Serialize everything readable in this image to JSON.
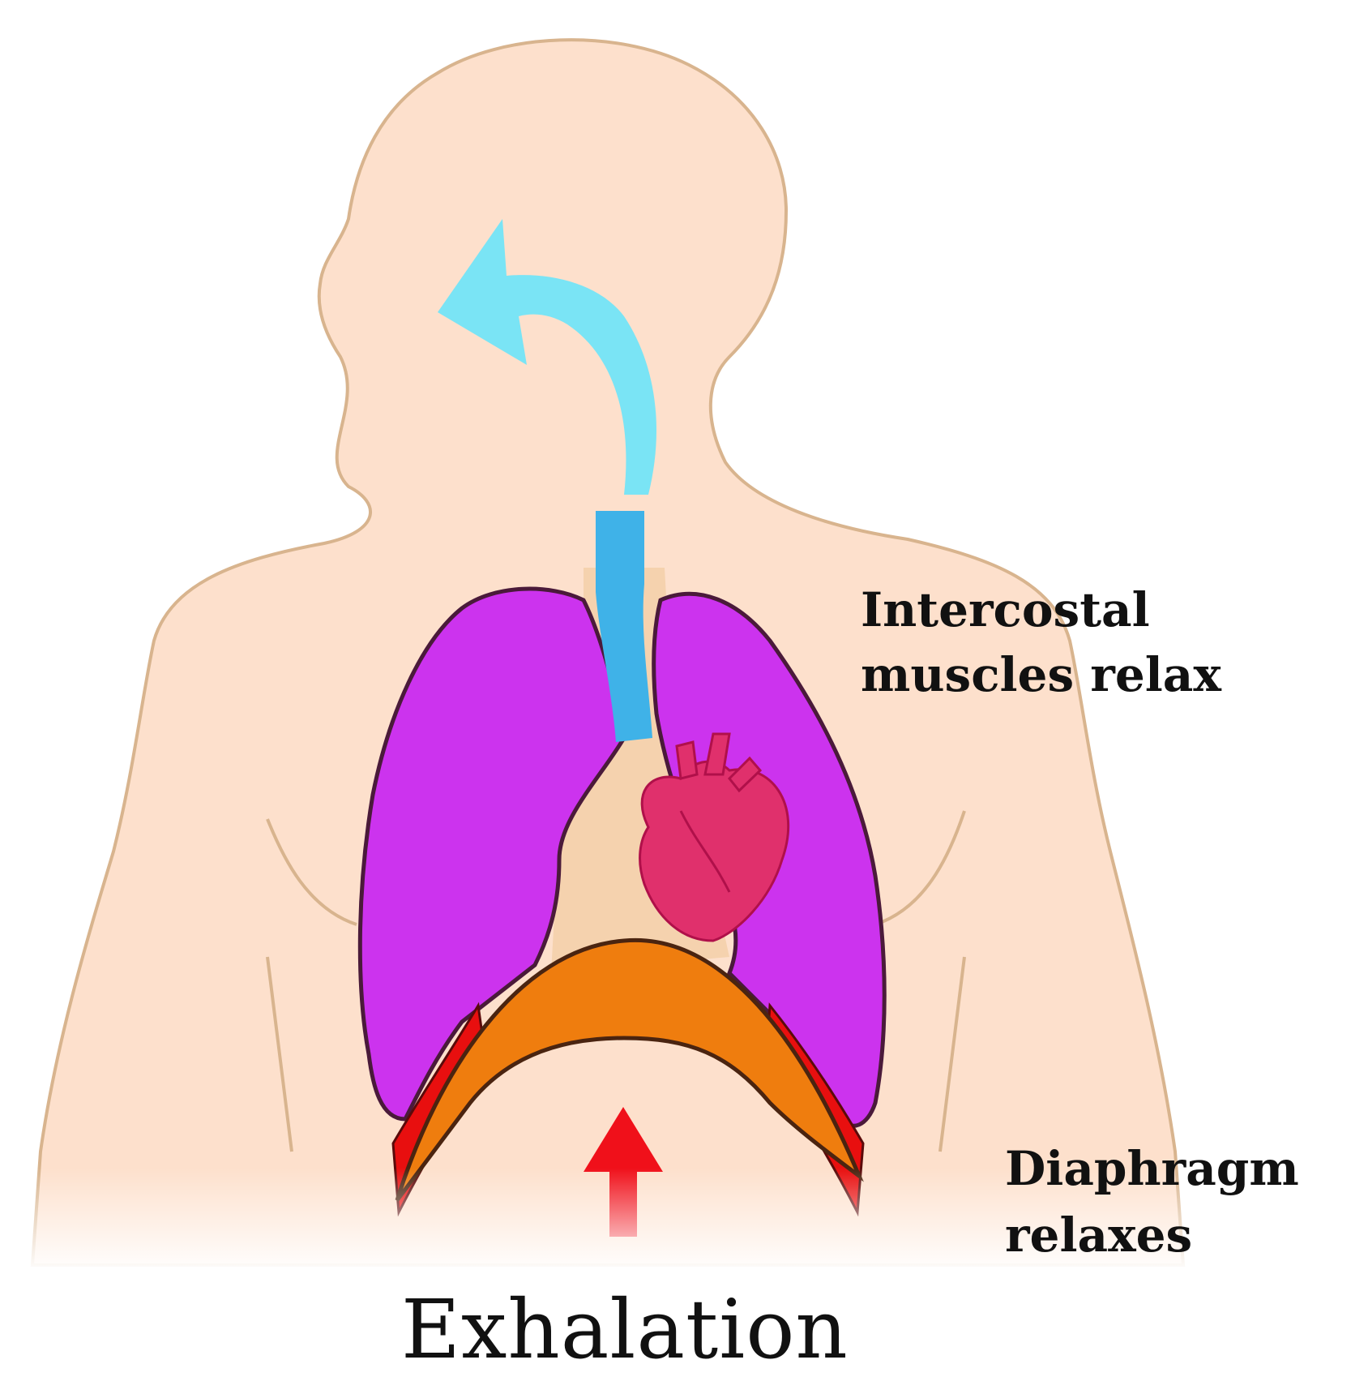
{
  "labels": {
    "intercostal_line1": "Intercostal",
    "intercostal_line2": "muscles relax",
    "diaphragm_line1": "Diaphragm",
    "diaphragm_line2": "relaxes",
    "title": "Exhalation"
  },
  "colors": {
    "skin": "#fde0cc",
    "skin_outline": "#d8b48e",
    "lung": "#cc33ee",
    "lung_outline": "#4a1a3a",
    "trachea": "#3fb2e8",
    "air_arrow": "#7ae4f5",
    "heart": "#e0306c",
    "mediastinum": "#f5d2ae",
    "diaphragm": "#ef7d0e",
    "intercostal_muscle": "#e80f0f",
    "up_arrow": "#f0101a"
  }
}
